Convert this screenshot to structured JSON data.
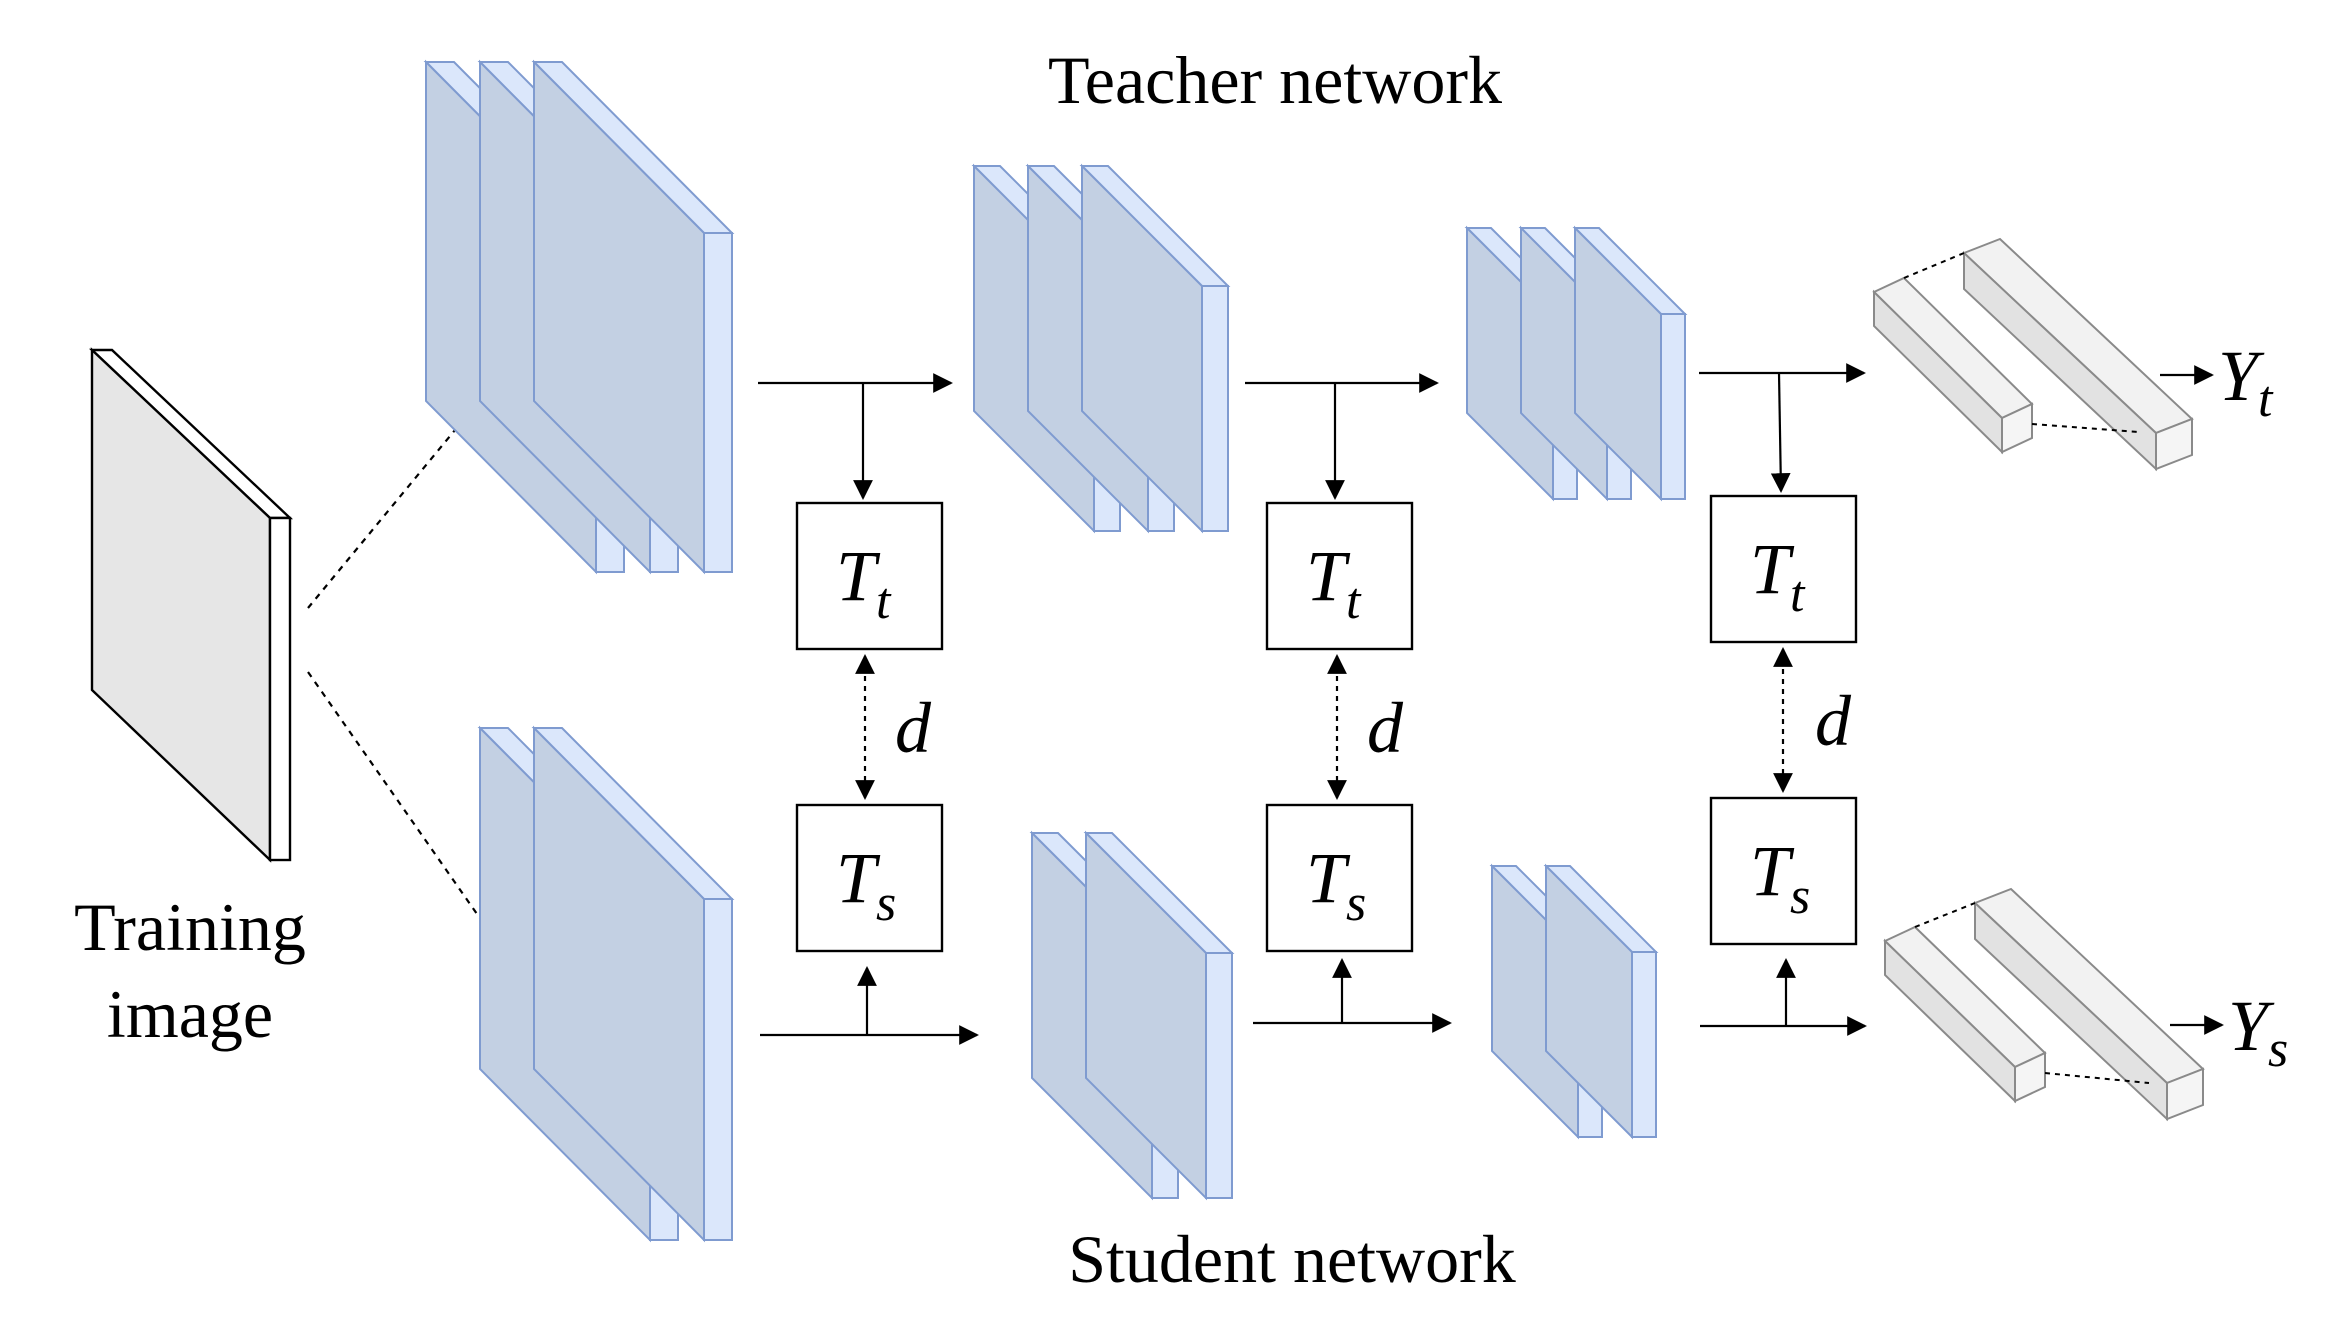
{
  "labels": {
    "teacher": "Teacher network",
    "student": "Student network",
    "training_line1": "Training",
    "training_line2": "image"
  },
  "transform_boxes": {
    "teacher_main": "T",
    "teacher_sub": "t",
    "student_main": "T",
    "student_sub": "s"
  },
  "distance_symbol": "d",
  "outputs": {
    "teacher_main": "Y",
    "teacher_sub": "t",
    "student_main": "Y",
    "student_sub": "s"
  },
  "colors": {
    "layer_face": "#c3d0e3",
    "layer_side": "#dbe7fb",
    "layer_stroke": "#7f9bd0",
    "input_face": "#e6e6e6",
    "output_face": "#e2e2e2",
    "output_stroke": "#8a8a8a",
    "line": "#000000"
  }
}
